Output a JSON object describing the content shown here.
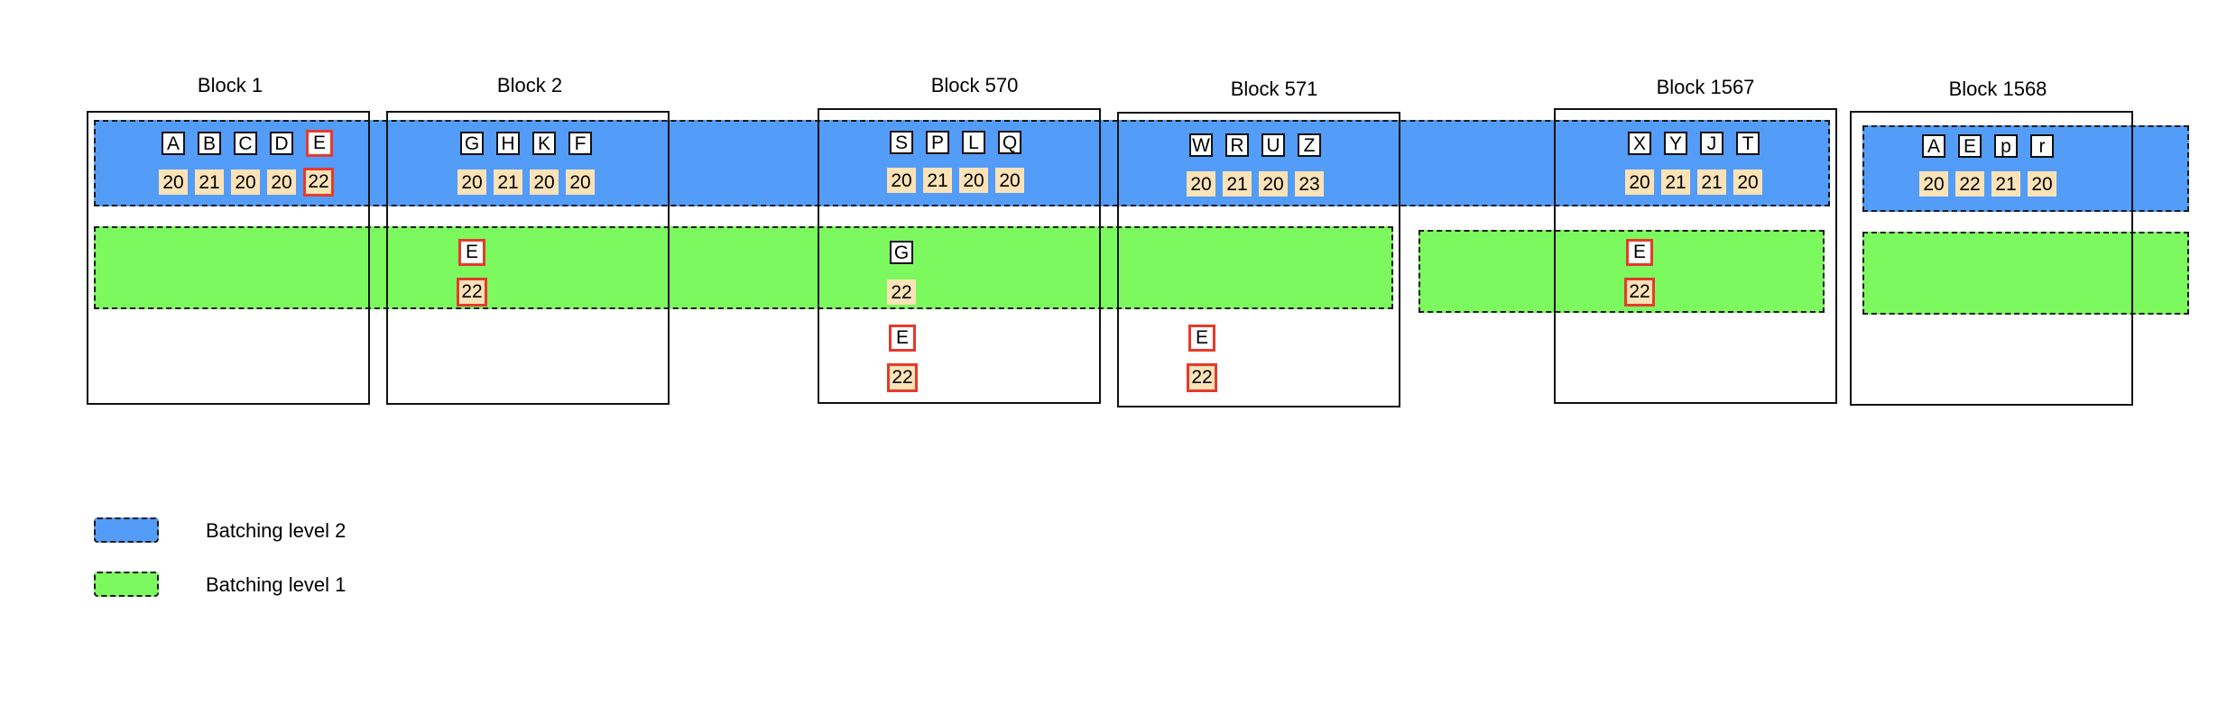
{
  "colors": {
    "level2_fill": "#539cf8",
    "level1_fill": "#7cf95e",
    "highlight_border": "#e63a2c",
    "number_fill": "#fbe3b7"
  },
  "blocks": [
    {
      "title": "Block 1"
    },
    {
      "title": "Block 2"
    },
    {
      "title": "Block 570"
    },
    {
      "title": "Block 571"
    },
    {
      "title": "Block 1567"
    },
    {
      "title": "Block 1568"
    }
  ],
  "level2": [
    {
      "letters": [
        "A",
        "B",
        "C",
        "D",
        "E"
      ],
      "values": [
        "20",
        "21",
        "20",
        "20",
        "22"
      ]
    },
    {
      "letters": [
        "G",
        "H",
        "K",
        "F"
      ],
      "values": [
        "20",
        "21",
        "20",
        "20"
      ]
    },
    {
      "letters": [
        "S",
        "P",
        "L",
        "Q"
      ],
      "values": [
        "20",
        "21",
        "20",
        "20"
      ]
    },
    {
      "letters": [
        "W",
        "R",
        "U",
        "Z"
      ],
      "values": [
        "20",
        "21",
        "20",
        "23"
      ]
    },
    {
      "letters": [
        "X",
        "Y",
        "J",
        "T"
      ],
      "values": [
        "20",
        "21",
        "21",
        "20"
      ]
    },
    {
      "letters": [
        "A",
        "E",
        "p",
        "r"
      ],
      "values": [
        "20",
        "22",
        "21",
        "20"
      ]
    }
  ],
  "level1": [
    {
      "letter": "E",
      "value": "22"
    },
    {
      "letter": "G",
      "value": "22"
    },
    {
      "letter": "E",
      "value": "22"
    }
  ],
  "level0": [
    {
      "letter": "E",
      "value": "22"
    },
    {
      "letter": "E",
      "value": "22"
    }
  ],
  "legend": {
    "level2_label": "Batching level 2",
    "level1_label": "Batching level 1"
  }
}
